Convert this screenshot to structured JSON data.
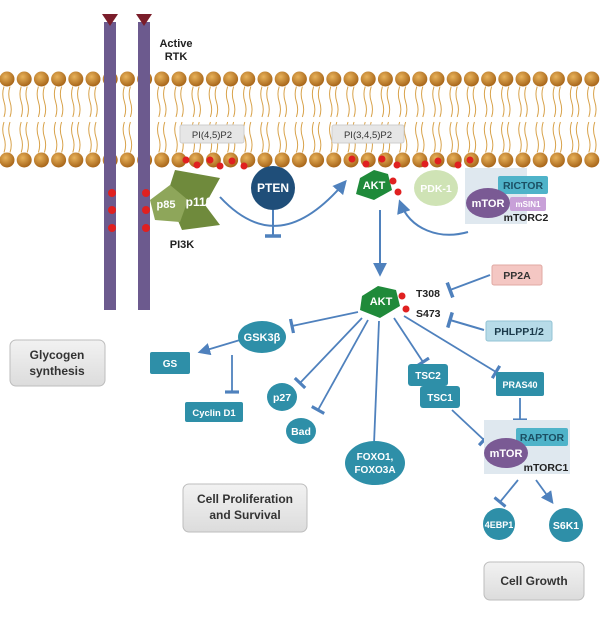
{
  "membrane": {
    "rtk_label_line1": "Active",
    "rtk_label_line2": "RTK",
    "pip2_label": "PI(4,5)P2",
    "pip3_label": "PI(3,4,5)P2"
  },
  "nodes": {
    "p85": "p85",
    "p110": "p110",
    "pi3k": "PI3K",
    "pten": "PTEN",
    "akt_membrane": "AKT",
    "pdk1": "PDK-1",
    "rictor": "RICTOR",
    "mtor_c2": "mTOR",
    "msin1": "mSIN1",
    "mtorc2": "mTORC2",
    "akt_main": "AKT",
    "t308": "T308",
    "s473": "S473",
    "pp2a": "PP2A",
    "phlpp": "PHLPP1/2",
    "gsk3b": "GSK3β",
    "gs": "GS",
    "cyclin_d1": "Cyclin D1",
    "p27": "p27",
    "bad": "Bad",
    "foxo_line1": "FOXO1,",
    "foxo_line2": "FOXO3A",
    "tsc2": "TSC2",
    "tsc1": "TSC1",
    "pras40": "PRAS40",
    "raptor": "RAPTOR",
    "mtor_c1": "mTOR",
    "mtorc1": "mTORC1",
    "ebp1": "4EBP1",
    "s6k1": "S6K1"
  },
  "outcomes": {
    "glycogen_line1": "Glycogen",
    "glycogen_line2": "synthesis",
    "prolif_line1": "Cell Proliferation",
    "prolif_line2": "and Survival",
    "growth": "Cell Growth"
  },
  "colors": {
    "teal": "#2e8fa8",
    "teal_light": "#4fb3c9",
    "akt_green": "#1f8a3a",
    "p85_green": "#6f8a3c",
    "pten_navy": "#1f4e79",
    "pdk1_green": "#cfe3b5",
    "mtor_purple": "#7a5a94",
    "rtk_purple": "#6c5a8e",
    "rtk_cap": "#7a1d2a",
    "pp2a_pink": "#f4c7c3",
    "phlpp_blue": "#b7dbe8",
    "lipid_head": "#c98a2b",
    "phospho_red": "#e02020",
    "arrow_blue": "#4f81bd",
    "complex_bg": "#dfe8ef"
  }
}
